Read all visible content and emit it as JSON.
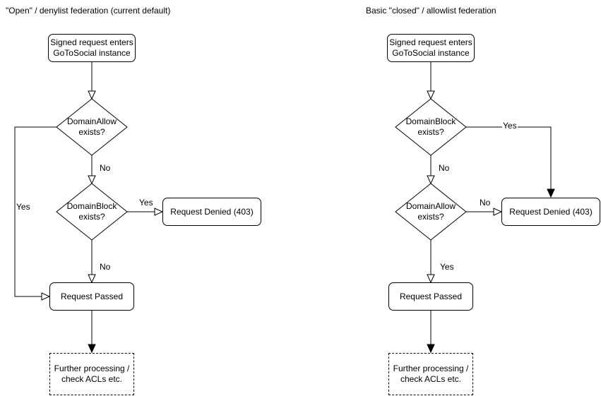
{
  "page": {
    "background_color": "#ffffff",
    "line_color": "#000000"
  },
  "flows": [
    {
      "title": "\"Open\" / denylist federation (current default)",
      "nodes": {
        "start": "Signed request enters\nGoToSocial instance",
        "decision1": "DomainAllow\nexists?",
        "decision2": "DomainBlock\nexists?",
        "denied": "Request Denied (403)",
        "passed": "Request Passed",
        "further": "Further processing /\ncheck ACLs etc."
      },
      "edge_labels": {
        "decision1_branch": "Yes",
        "decision1_down": "No",
        "decision2_branch": "Yes",
        "decision2_down": "No"
      }
    },
    {
      "title": "Basic \"closed\" / allowlist federation",
      "nodes": {
        "start": "Signed request enters\nGoToSocial instance",
        "decision1": "DomainBlock\nexists?",
        "decision2": "DomainAllow\nexists?",
        "denied": "Request Denied (403)",
        "passed": "Request Passed",
        "further": "Further processing /\ncheck ACLs etc."
      },
      "edge_labels": {
        "decision1_branch": "Yes",
        "decision1_down": "No",
        "decision2_branch": "No",
        "decision2_down": "Yes"
      }
    }
  ]
}
